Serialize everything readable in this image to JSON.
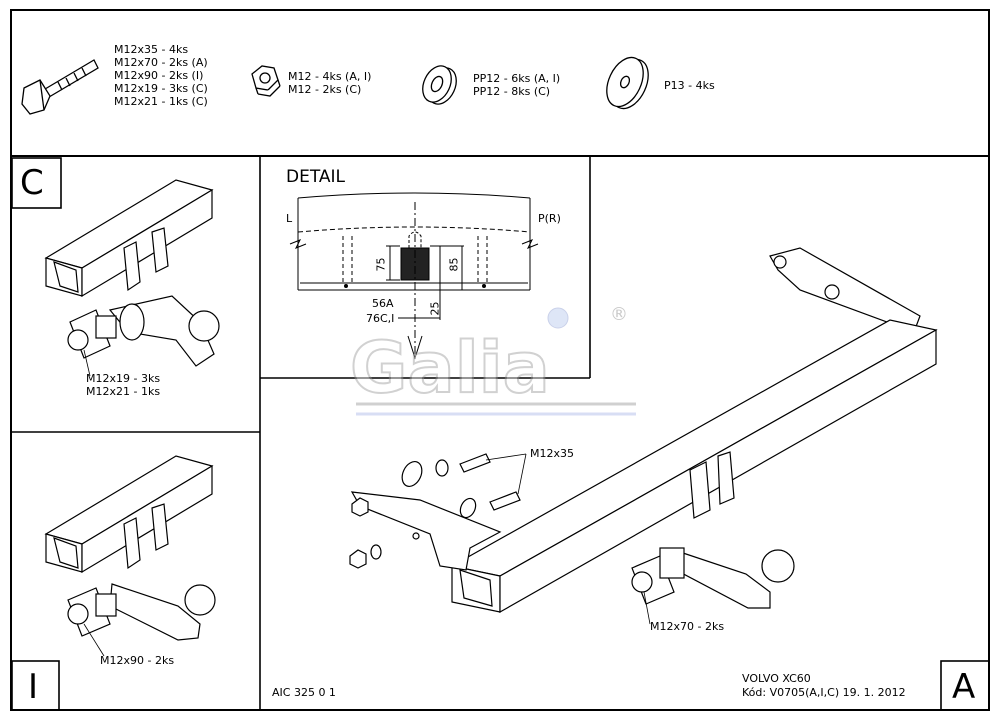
{
  "parts": {
    "bolt": [
      "M12x35 - 4ks",
      "M12x70 - 2ks (A)",
      "M12x90 - 2ks (I)",
      "M12x19 - 3ks (C)",
      "M12x21 - 1ks (C)"
    ],
    "nut": [
      "M12 - 4ks (A, I)",
      "M12 - 2ks (C)"
    ],
    "washer": [
      "PP12 - 6ks (A, I)",
      "PP12 - 8ks (C)"
    ],
    "plate": "P13 - 4ks"
  },
  "panels": {
    "c": {
      "letter": "C",
      "note1": "M12x19 - 3ks",
      "note2": "M12x21 - 1ks"
    },
    "i": {
      "letter": "I",
      "note": "M12x90 - 2ks"
    },
    "a": {
      "letter": "A",
      "bolt_note": "M12x35",
      "ball_note": "M12x70 - 2ks"
    }
  },
  "detail": {
    "title": "DETAIL",
    "left": "L",
    "right": "P(R)",
    "dim_75": "75",
    "dim_85": "85",
    "dim_25": "25",
    "label_56a": "56A",
    "label_76c": "76C,I"
  },
  "footer": {
    "code": "AIC 325 0 1",
    "model": "VOLVO XC60",
    "kod": "Kód: V0705(A,I,C)  19. 1. 2012"
  },
  "logo": {
    "text": "Galia",
    "reg": "®"
  }
}
